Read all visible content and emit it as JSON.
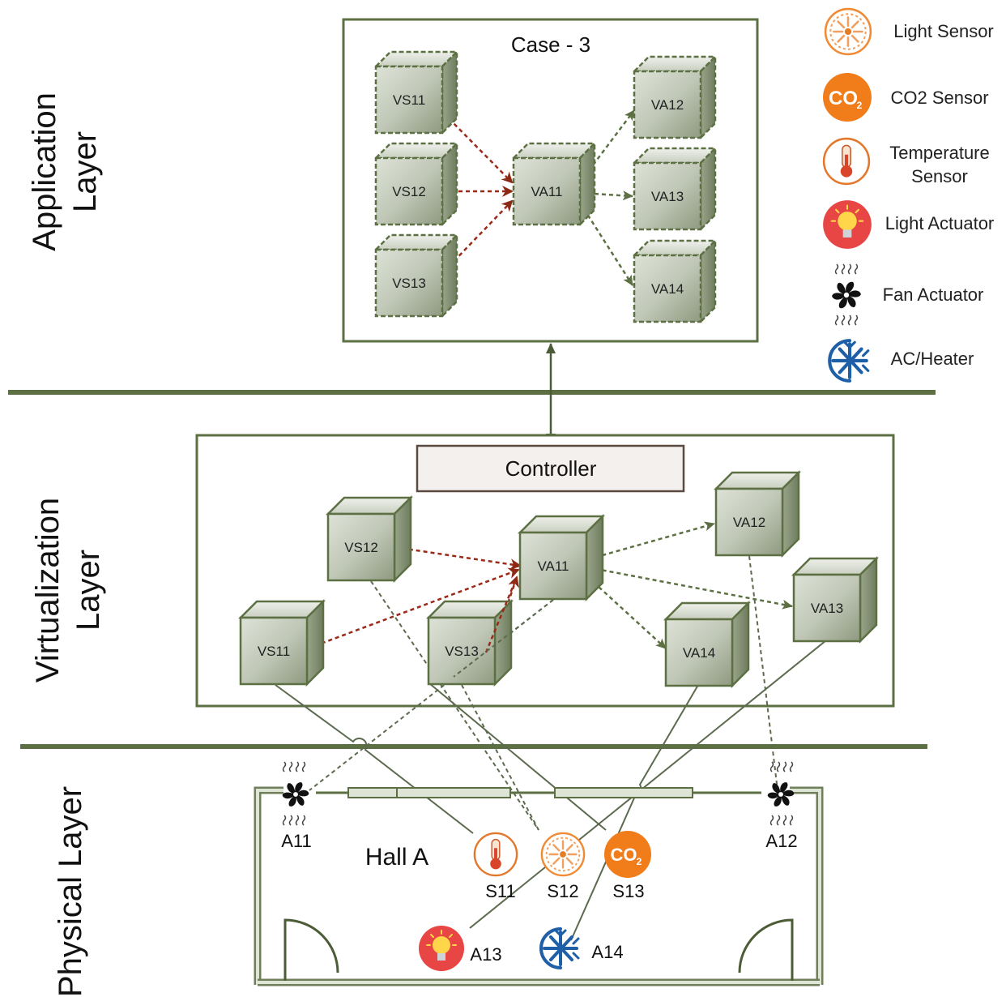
{
  "layers": {
    "application": [
      "Application",
      "Layer"
    ],
    "virtualization": [
      "Virtualization",
      "Layer"
    ],
    "physical": "Physical Layer"
  },
  "application": {
    "title": "Case - 3",
    "cubes": {
      "vs11": "VS11",
      "vs12": "VS12",
      "vs13": "VS13",
      "va11": "VA11",
      "va12": "VA12",
      "va13": "VA13",
      "va14": "VA14"
    }
  },
  "virtualization": {
    "controller": "Controller",
    "cubes": {
      "vs11": "VS11",
      "vs12": "VS12",
      "vs13": "VS13",
      "va11": "VA11",
      "va12": "VA12",
      "va13": "VA13",
      "va14": "VA14"
    }
  },
  "physical": {
    "hall": "Hall A",
    "nodes": {
      "a11": "A11",
      "a12": "A12",
      "a13": "A13",
      "a14": "A14",
      "s11": "S11",
      "s12": "S12",
      "s13": "S13"
    }
  },
  "legend": {
    "light_sensor": "Light Sensor",
    "co2_sensor": "CO2 Sensor",
    "temperature_sensor": [
      "Temperature",
      "Sensor"
    ],
    "light_actuator": "Light Actuator",
    "fan_actuator": "Fan Actuator",
    "ac_heater": "AC/Heater"
  },
  "icons": {
    "light_sensor": "light-sensor-icon",
    "co2": "CO",
    "co2_sub": "2",
    "temperature_sensor": "thermometer-icon",
    "light_actuator": "bulb-icon",
    "fan_actuator": "fan-icon",
    "ac_heater": "snowflake-sun-icon"
  },
  "colors": {
    "frame": "#5c7043",
    "cube_face": "#b7bfae",
    "sensor_link": "#9a2a17",
    "actuator_link": "#5c7043",
    "orange": "#f07d1a",
    "red": "#e84545",
    "blue": "#1e5fa8"
  }
}
